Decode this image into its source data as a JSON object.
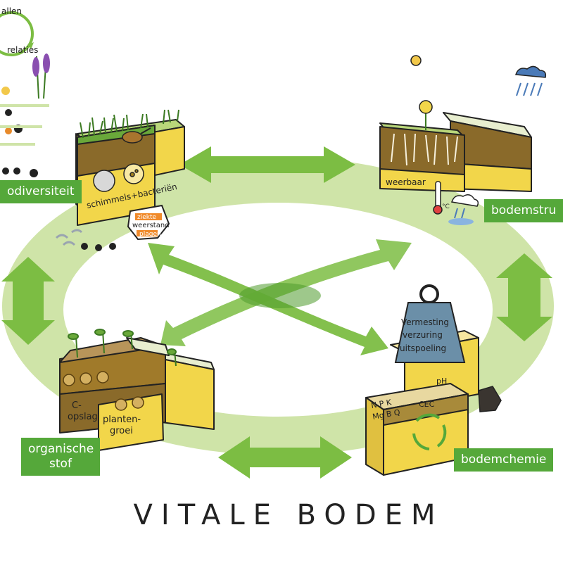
{
  "title": "VITALE BODEM",
  "cycle": {
    "top": "allen",
    "bottom": "relaties"
  },
  "labels": {
    "biodiversity": "odiversiteit",
    "structure": "bodemstru",
    "organic": "organische stof",
    "chemistry": "bodemchemie"
  },
  "block_biodiversity": {
    "fungi": "schimmels+bacteriën",
    "shield_lines": [
      "ziekte",
      "weerstand",
      "plagen"
    ]
  },
  "block_structure": {
    "resilient": "weerbaar",
    "temp": "°C"
  },
  "block_organic": {
    "left_lines": [
      "C-",
      "opslag"
    ],
    "right_lines": [
      "planten-",
      "groei"
    ]
  },
  "block_chemistry": {
    "weight_lines": [
      "Vermesting",
      "verzuring",
      "uitspoeling"
    ],
    "nutrients_row1": "N P K",
    "nutrients_row2": "Mg B Q",
    "ph": "pH",
    "cec": "CEC"
  },
  "colors": {
    "ring": "#cfe4a8",
    "arrow": "#7cbd43",
    "arrow_dark": "#4f9a2c",
    "label_bg": "#55a83a",
    "soil_dark": "#8a6a2a",
    "soil_yellow": "#f2d64a",
    "grass": "#6aa83a"
  }
}
